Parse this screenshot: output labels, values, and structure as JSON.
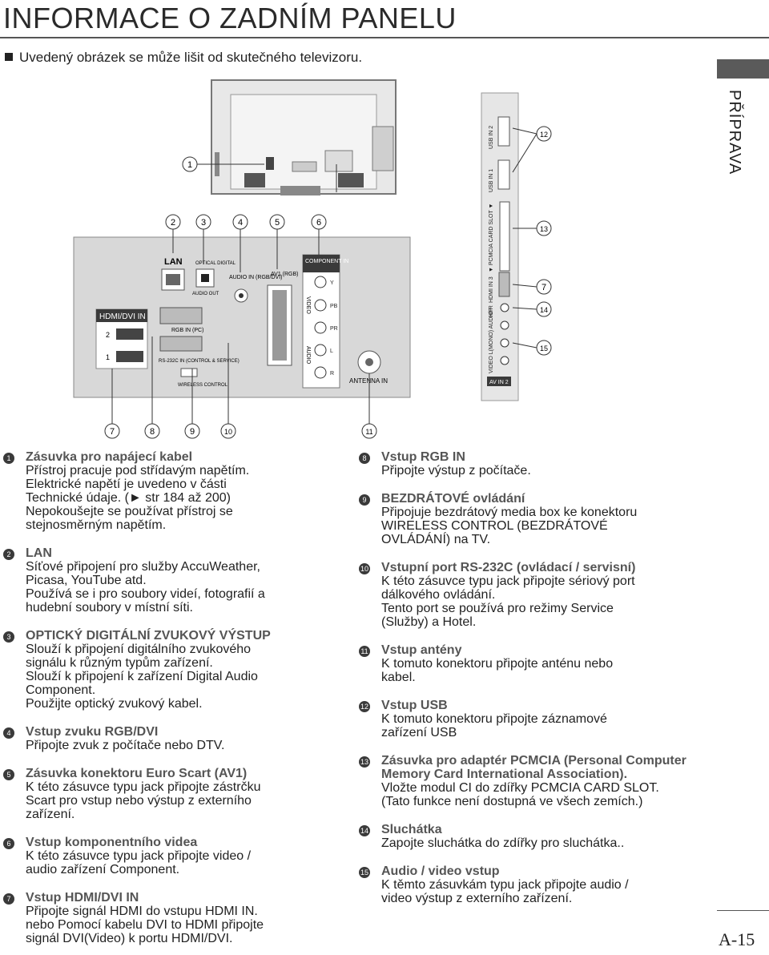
{
  "page": {
    "title": "INFORMACE O  ZADNÍM PANELU",
    "note": "Uvedený obrázek se může lišit od skutečného televizoru.",
    "side_label": "PŘÍPRAVA",
    "page_number": "A-15"
  },
  "diagram": {
    "callouts": [
      "1",
      "2",
      "3",
      "4",
      "5",
      "6",
      "7",
      "8",
      "9",
      "10",
      "11",
      "12",
      "13",
      "7",
      "14",
      "15"
    ],
    "labels": {
      "lan": "LAN",
      "optical": "OPTICAL DIGITAL",
      "audio_out": "AUDIO OUT",
      "audio_in": "AUDIO IN (RGB/DVI)",
      "av1": "AV1 (RGB)",
      "component_in": "COMPONENT IN",
      "video": "VIDEO",
      "audio": "AUDIO",
      "y": "Y",
      "pb": "PB",
      "pr": "PR",
      "l": "L",
      "r": "R",
      "hdmi_dvi_in": "HDMI/DVI IN",
      "hdmi_2": "2",
      "hdmi_1": "1",
      "rgb_in": "RGB IN (PC)",
      "rs232": "RS-232C IN (CONTROL & SERVICE)",
      "wireless": "WIRELESS CONTROL",
      "antenna_in": "ANTENNA IN",
      "usb2": "USB IN 2",
      "usb1": "USB IN 1",
      "pcmcia": "▼ PCMCIA CARD SLOT ▼",
      "hdmi3": "HDMI IN 3",
      "hp": "H/P",
      "av_in2_labels": "VIDEO L(MONO) AUDIO R",
      "av_in2": "AV IN 2"
    }
  },
  "items_left": [
    {
      "n": "1",
      "heading": "Zásuvka pro napájecí kabel",
      "lines": [
        "Přístroj pracuje pod střídavým napětím.",
        "Elektrické napětí je uvedeno v části",
        "Technické údaje. (► str 184 až 200)",
        "Nepokoušejte se používat přístroj se",
        "stejnosměrným napětím."
      ]
    },
    {
      "n": "2",
      "heading": "LAN",
      "lines": [
        "Síťové připojení pro služby AccuWeather,",
        "Picasa, YouTube atd.",
        "Používá se i pro soubory videí, fotografií a",
        "hudební soubory v místní síti."
      ]
    },
    {
      "n": "3",
      "heading": "OPTICKÝ DIGITÁLNÍ ZVUKOVÝ VÝSTUP",
      "lines": [
        "Slouží  k  připojení  digitálního  zvukového",
        "signálu k  různým typům zařízení.",
        "Slouží k připojení k zařízení Digital Audio",
        "Component.",
        "Použijte optický zvukový kabel."
      ]
    },
    {
      "n": "4",
      "heading": "Vstup zvuku RGB/DVI",
      "lines": [
        "Připojte zvuk z počítače nebo DTV."
      ]
    },
    {
      "n": "5",
      "heading": "Zásuvka konektoru Euro Scart (AV1)",
      "lines": [
        "K této zásuvce typu jack připojte zástrčku",
        "Scart pro vstup nebo výstup z  externího",
        "zařízení."
      ]
    },
    {
      "n": "6",
      "heading": "Vstup komponentního videa",
      "lines": [
        "K této zásuvce typu jack připojte video /",
        "audio zařízení Component."
      ]
    },
    {
      "n": "7",
      "heading": "Vstup HDMI/DVI IN",
      "lines": [
        "Připojte signál HDMI do vstupu HDMI IN.",
        "nebo Pomocí kabelu DVI to HDMI připojte",
        "signál DVI(Video) k portu HDMI/DVI."
      ]
    }
  ],
  "items_right": [
    {
      "n": "8",
      "heading": "Vstup RGB IN",
      "lines": [
        "Připojte výstup z počítače."
      ]
    },
    {
      "n": "9",
      "heading": "BEZDRÁTOVÉ ovládání",
      "lines": [
        "Připojuje bezdrátový media box ke konektoru",
        "WIRELESS CONTROL (BEZDRÁTOVÉ",
        "OVLÁDÁNÍ) na TV."
      ]
    },
    {
      "n": "10",
      "heading": "Vstupní port RS-232C (ovládací / servisní)",
      "lines": [
        "K této zásuvce typu jack připojte sériový port",
        "dálkového ovládání.",
        "Tento port se používá pro režimy Service",
        "(Služby) a Hotel."
      ]
    },
    {
      "n": "11",
      "heading": "Vstup antény",
      "lines": [
        "K  tomuto konektoru připojte anténu nebo",
        "kabel."
      ]
    },
    {
      "n": "12",
      "heading": "Vstup USB",
      "lines": [
        "K  tomuto konektoru připojte záznamové",
        "zařízení USB"
      ]
    },
    {
      "n": "13",
      "heading": "Zásuvka pro adaptér PCMCIA (Personal Computer Memory Card International Association).",
      "lines": [
        "Vložte modul CI do zdířky PCMCIA CARD SLOT.",
        "(Tato funkce není dostupná ve všech zemích.)"
      ]
    },
    {
      "n": "14",
      "heading": "Sluchátka",
      "lines": [
        "Zapojte sluchátka do zdířky pro sluchátka.."
      ]
    },
    {
      "n": "15",
      "heading": "Audio / video vstup",
      "lines": [
        "K těmto zásuvkám typu jack připojte audio /",
        "video výstup z  externího zařízení."
      ]
    }
  ]
}
